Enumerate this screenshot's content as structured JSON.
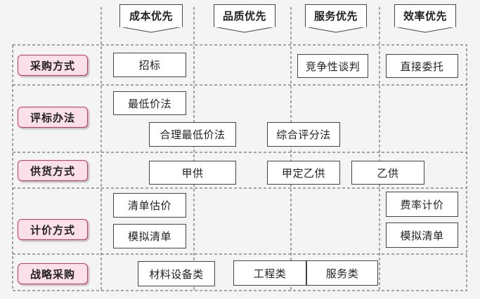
{
  "columns": [
    "成本优先",
    "品质优先",
    "服务优先",
    "效率优先"
  ],
  "rows": [
    "采购方式",
    "评标办法",
    "供货方式",
    "计价方式",
    "战略采购"
  ],
  "cells": {
    "zhaobiao": "招标",
    "jingzheng": "竞争性谈判",
    "zhijie": "直接委托",
    "zuidi": "最低价法",
    "heli": "合理最低价法",
    "zonghe": "综合评分法",
    "jiagong": "甲供",
    "jiading": "甲定乙供",
    "yigong": "乙供",
    "qingdan": "清单估价",
    "feilv": "费率计价",
    "moni_left": "模拟清单",
    "moni_right": "模拟清单",
    "cailiao": "材料设备类",
    "gongcheng": "工程类",
    "fuwu": "服务类"
  }
}
